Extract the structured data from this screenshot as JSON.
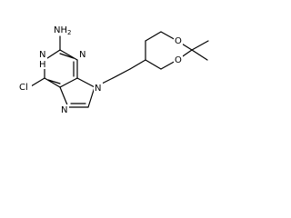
{
  "molecule": {
    "atoms": [
      {
        "id": "nh2",
        "symbol": "NH2",
        "parts": [
          "NH",
          "2"
        ]
      },
      {
        "id": "n1",
        "symbol": "N",
        "parts": [
          "N"
        ]
      },
      {
        "id": "h1",
        "symbol": "H",
        "parts": [
          "H"
        ]
      },
      {
        "id": "n3",
        "symbol": "N",
        "parts": [
          "N"
        ]
      },
      {
        "id": "n9",
        "symbol": "N",
        "parts": [
          "N"
        ]
      },
      {
        "id": "n7",
        "symbol": "N",
        "parts": [
          "N"
        ]
      },
      {
        "id": "cl",
        "symbol": "Cl",
        "parts": [
          "Cl"
        ]
      },
      {
        "id": "o1",
        "symbol": "O",
        "parts": [
          "O"
        ]
      },
      {
        "id": "o2",
        "symbol": "O",
        "parts": [
          "O"
        ]
      }
    ],
    "bond_color": "#000000",
    "label_color": "#000000",
    "background": "#ffffff"
  }
}
